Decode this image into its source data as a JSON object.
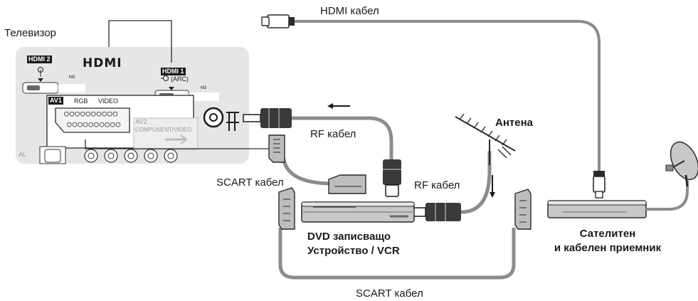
{
  "labels": {
    "tv": "Телевизор",
    "hdmi_cable": "HDMI кабел",
    "rf_cable_top": "RF кабел",
    "rf_cable_right": "RF кабел",
    "scart_cable_left": "SCART кабел",
    "scart_cable_bottom": "SCART кабел",
    "antenna": "Антена",
    "dvd_line1": "DVD записващо",
    "dvd_line2": "Устройство / VCR",
    "sat_line1": "Сателитен",
    "sat_line2": "и кабелен приемник"
  },
  "panel": {
    "hdmi_logo": "HDMI",
    "hdmi2": "HDMI 2",
    "hdmi1": "HDMI 1",
    "arc": "(ARC)",
    "m3_left": "M3",
    "m3_right": "M3",
    "av1": "AV1",
    "rgb": "RGB",
    "video": "VIDEO",
    "av2": "AV2",
    "component_video": "COMPONENT/VIDEO",
    "edge": "AL"
  },
  "colors": {
    "cable": "#8c8c8c",
    "panel": "#e6e6e6",
    "device": "#b4b4b4",
    "outline": "#2a2a2a"
  }
}
